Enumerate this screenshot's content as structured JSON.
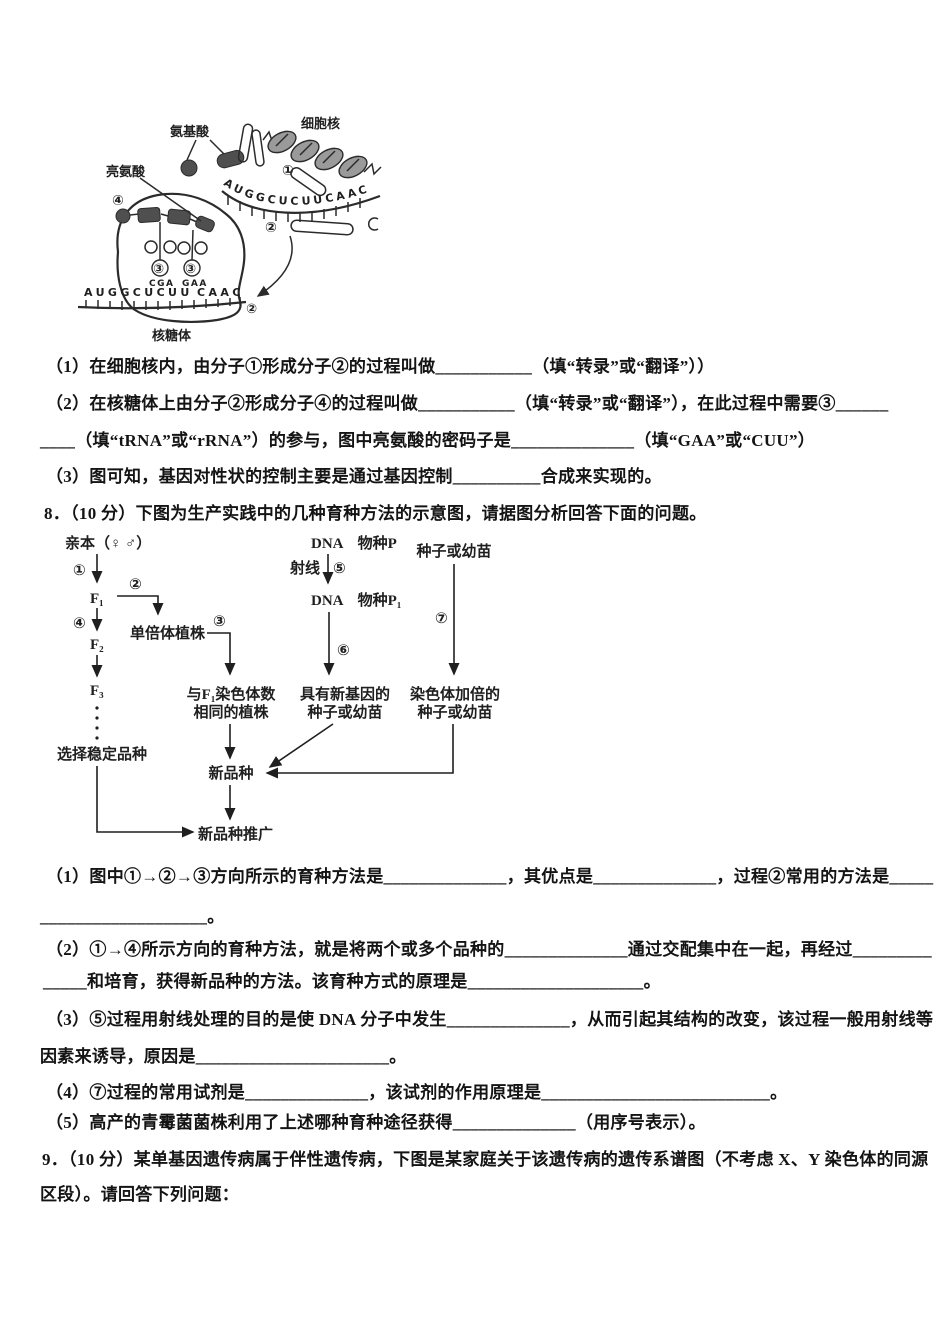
{
  "page": {
    "background": "#ffffff"
  },
  "translation_diagram": {
    "amino_acid_label": "氨基酸",
    "nucleus_label": "细胞核",
    "leucine_label": "亮氨酸",
    "ribosome_label": "核糖体",
    "marker_1": "①",
    "marker_2": "②",
    "marker_3": "③",
    "marker_4": "④",
    "mrna_top_sequence": "AUGGCUCUUCAAC",
    "mrna_bottom_left": "AUGGCUCUU",
    "mrna_bottom_right": "CAAC",
    "anticodon_left": "CGA",
    "anticodon_right": "GAA"
  },
  "question7": {
    "lines": [
      "（1）在细胞核内，由分子①形成分子②的过程叫做___________（填“转录”或“翻译”））",
      "（2）在核糖体上由分子②形成分子④的过程叫做___________（填“转录”或“翻译”），在此过程中需要③______",
      "____（填“tRNA”或“rRNA”）的参与，图中亮氨酸的密码子是______________（填“GAA”或“CUU”）",
      "（3）图可知，基因对性状的控制主要是通过基因控制__________合成来实现的。",
      "8．（10 分）下图为生产实践中的几种育种方法的示意图，请据图分析回答下面的问题。"
    ]
  },
  "breeding_flowchart": {
    "parent": "亲本（♀ ♂）",
    "f1": "F₁",
    "f2": "F₂",
    "f3": "F₃",
    "step1": "①",
    "step2": "②",
    "step3": "③",
    "step4": "④",
    "step5": "⑤",
    "step6": "⑥",
    "step7": "⑦",
    "haploid_plant": "单倍体植株",
    "select_stable": "选择稳定品种",
    "same_chromosome_line1": "与F₁染色体数",
    "same_chromosome_line2": "相同的植株",
    "dna_species_p": "DNA　物种P",
    "ray_label": "射线",
    "dna_species_p1": "DNA　物种P₁",
    "new_gene_line1": "具有新基因的",
    "new_gene_line2": "种子或幼苗",
    "seed_or_seedling": "种子或幼苗",
    "doubled_line1": "染色体加倍的",
    "doubled_line2": "种子或幼苗",
    "new_variety": "新品种",
    "promotion": "新品种推广"
  },
  "question8": {
    "lines": [
      "（1）图中①→②→③方向所示的育种方法是______________，其优点是______________，过程②常用的方法是_____",
      "___________________。",
      "（2）①→④所示方向的育种方法，就是将两个或多个品种的______________通过交配集中在一起，再经过_________",
      "_____和培育，获得新品种的方法。该育种方式的原理是____________________。",
      "（3）⑤过程用射线处理的目的是使 DNA 分子中发生______________，从而引起其结构的改变，该过程一般用射线等",
      "因素来诱导，原因是______________________。",
      "（4）⑦过程的常用试剂是______________，该试剂的作用原理是__________________________。",
      "（5）高产的青霉菌菌株利用了上述哪种育种途径获得______________（用序号表示）。"
    ]
  },
  "question9": {
    "lines": [
      "9．（10 分）某单基因遗传病属于伴性遗传病，下图是某家庭关于该遗传病的遗传系谱图（不考虑 X、Y 染色体的同源",
      "区段）。请回答下列问题："
    ]
  }
}
